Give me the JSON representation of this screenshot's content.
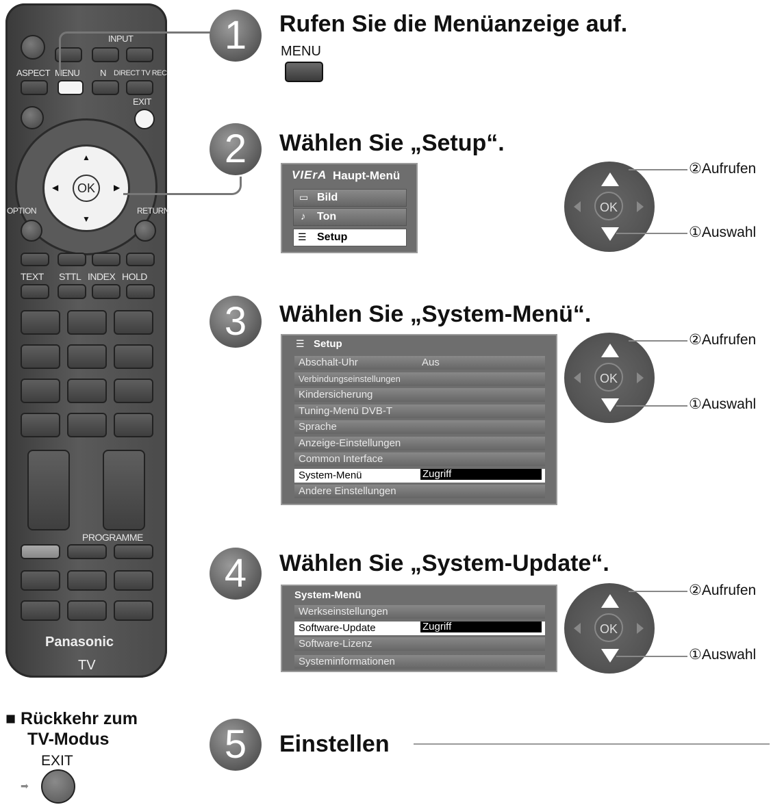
{
  "remote": {
    "labels": {
      "input": "INPUT",
      "aspect": "ASPECT",
      "menu": "MENU",
      "n": "N",
      "direct": "DIRECT TV REC",
      "exit": "EXIT",
      "ok": "OK",
      "option": "OPTION",
      "return": "RETURN",
      "text": "TEXT",
      "sttl": "STTL",
      "index": "INDEX",
      "hold": "HOLD",
      "programme": "PROGRAMME",
      "brand": "Panasonic",
      "tv": "TV"
    }
  },
  "back": {
    "title1": "■ Rückkehr zum",
    "title2": "TV-Modus",
    "exit": "EXIT"
  },
  "step1": {
    "num": "1",
    "title": "Rufen Sie die Menüanzeige auf.",
    "button_label": "MENU"
  },
  "step2": {
    "num": "2",
    "title": "Wählen Sie „Setup“.",
    "menu_logo": "VIErA",
    "menu_title": "Haupt-Menü",
    "items": [
      "Bild",
      "Ton",
      "Setup"
    ],
    "enter": "②Aufrufen",
    "select": "①Auswahl",
    "ok": "OK"
  },
  "step3": {
    "num": "3",
    "title": "Wählen Sie „System-Menü“.",
    "menu_title": "Setup",
    "rows": [
      {
        "label": "Abschalt-Uhr",
        "value": "Aus"
      },
      {
        "label": "Verbindungseinstellungen",
        "value": ""
      },
      {
        "label": "Kindersicherung",
        "value": ""
      },
      {
        "label": "Tuning-Menü DVB-T",
        "value": ""
      },
      {
        "label": "Sprache",
        "value": ""
      },
      {
        "label": "Anzeige-Einstellungen",
        "value": ""
      },
      {
        "label": "Common Interface",
        "value": ""
      },
      {
        "label": "System-Menü",
        "value": "Zugriff"
      },
      {
        "label": "Andere Einstellungen",
        "value": ""
      }
    ],
    "enter": "②Aufrufen",
    "select": "①Auswahl",
    "ok": "OK"
  },
  "step4": {
    "num": "4",
    "title": "Wählen Sie „System-Update“.",
    "menu_title": "System-Menü",
    "rows": [
      {
        "label": "Werkseinstellungen",
        "value": ""
      },
      {
        "label": "Software-Update",
        "value": "Zugriff"
      },
      {
        "label": "Software-Lizenz",
        "value": ""
      },
      {
        "label": "Systeminformationen",
        "value": ""
      }
    ],
    "enter": "②Aufrufen",
    "select": "①Auswahl",
    "ok": "OK"
  },
  "step5": {
    "num": "5",
    "title": "Einstellen"
  }
}
